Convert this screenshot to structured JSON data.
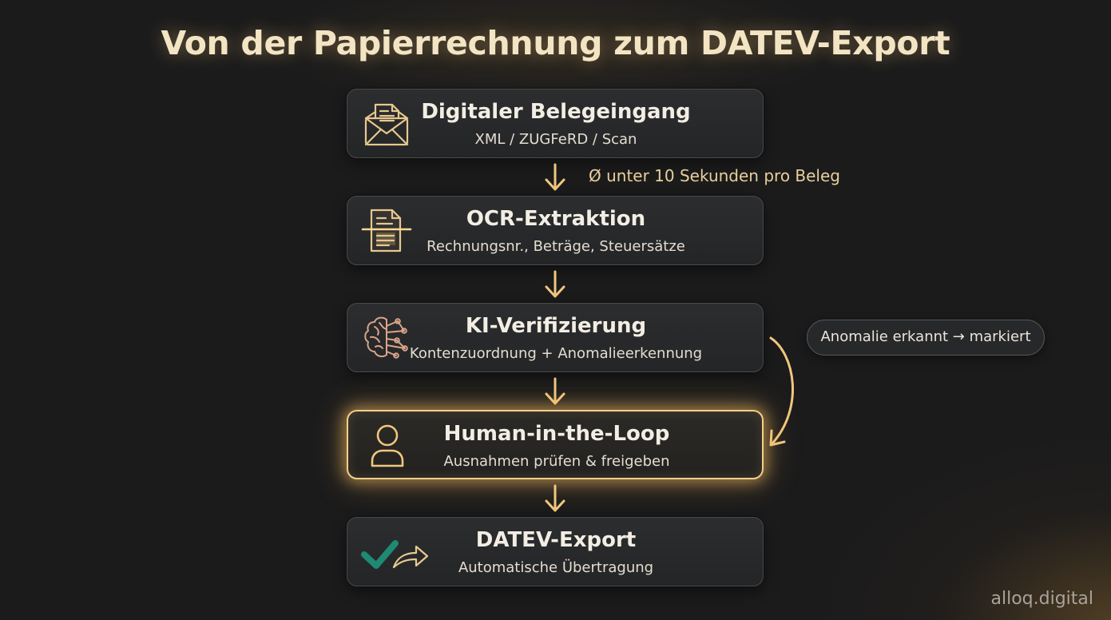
{
  "title": "Von der Papierrechnung zum DATEV-Export",
  "steps": [
    {
      "title": "Digitaler Belegeingang",
      "subtitle": "XML / ZUGFeRD / Scan",
      "icon": "envelope-document-icon"
    },
    {
      "title": "OCR-Extraktion",
      "subtitle": "Rechnungsnr., Beträge, Steuersätze",
      "icon": "document-scan-icon"
    },
    {
      "title": "KI-Verifizierung",
      "subtitle": "Kontenzuordnung + Anomalieerkennung",
      "icon": "ai-brain-icon"
    },
    {
      "title": "Human-in-the-Loop",
      "subtitle": "Ausnahmen prüfen & freigeben",
      "icon": "person-icon"
    },
    {
      "title": "DATEV-Export",
      "subtitle": "Automatische Übertragung",
      "icon": "check-export-icon"
    }
  ],
  "timing_note": "Ø unter 10 Sekunden pro Beleg",
  "anomaly_badge": "Anomalie erkannt → markiert",
  "watermark": "alloq.digital",
  "colors": {
    "background": "#1b1b1c",
    "card": "#2a2b2d",
    "accent": "#f0c77e",
    "check_green": "#1f8a74"
  }
}
